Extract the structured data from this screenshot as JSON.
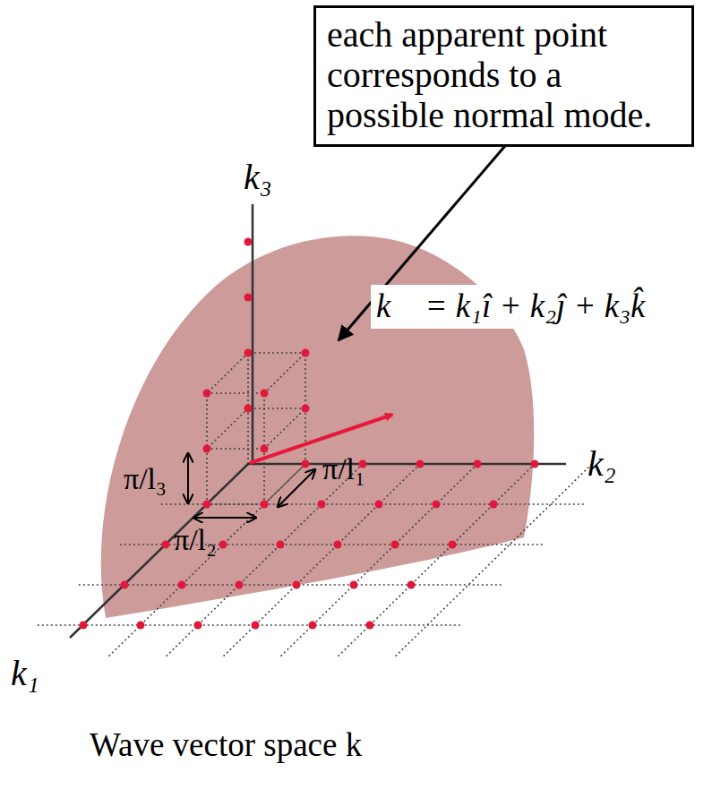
{
  "diagram": {
    "caption": "Wave vector space k",
    "nodes": [
      {
        "text": [
          "each apparent point corresponds to a possible normal mode."
        ]
      }
    ],
    "labels": [
      "k₃",
      "k₂",
      "k₁",
      "k⃗ = k₁î + k₂ĵ + k₃k̂",
      "π/l₃",
      "π/l₁",
      "π/l₂"
    ]
  }
}
